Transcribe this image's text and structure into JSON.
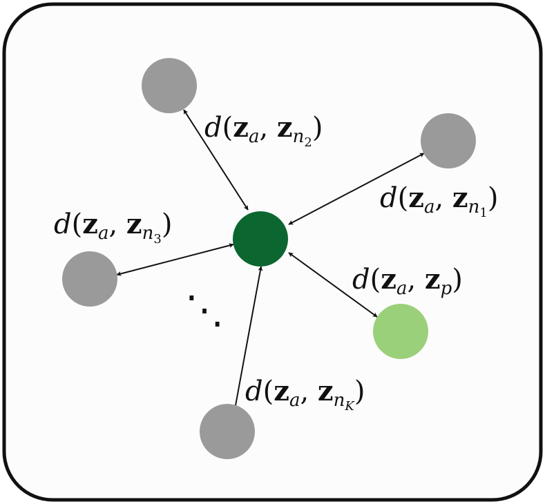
{
  "colors": {
    "background": "#fcfcfc",
    "border": "#111111",
    "anchor": "#0b6630",
    "positive": "#9bd07a",
    "negative": "#9a9a9a",
    "arrow": "#111111"
  },
  "labels": {
    "n2": {
      "d": "d",
      "z1": "z",
      "s1": "a",
      "z2": "z",
      "s2": "n",
      "ss2": "2"
    },
    "n1": {
      "d": "d",
      "z1": "z",
      "s1": "a",
      "z2": "z",
      "s2": "n",
      "ss2": "1"
    },
    "n3": {
      "d": "d",
      "z1": "z",
      "s1": "a",
      "z2": "z",
      "s2": "n",
      "ss2": "3"
    },
    "p": {
      "d": "d",
      "z1": "z",
      "s1": "a",
      "z2": "z",
      "s2": "p"
    },
    "nK": {
      "d": "d",
      "z1": "z",
      "s1": "a",
      "z2": "z",
      "s2": "n",
      "ss2": "K"
    }
  },
  "ellipsis": "⋱"
}
